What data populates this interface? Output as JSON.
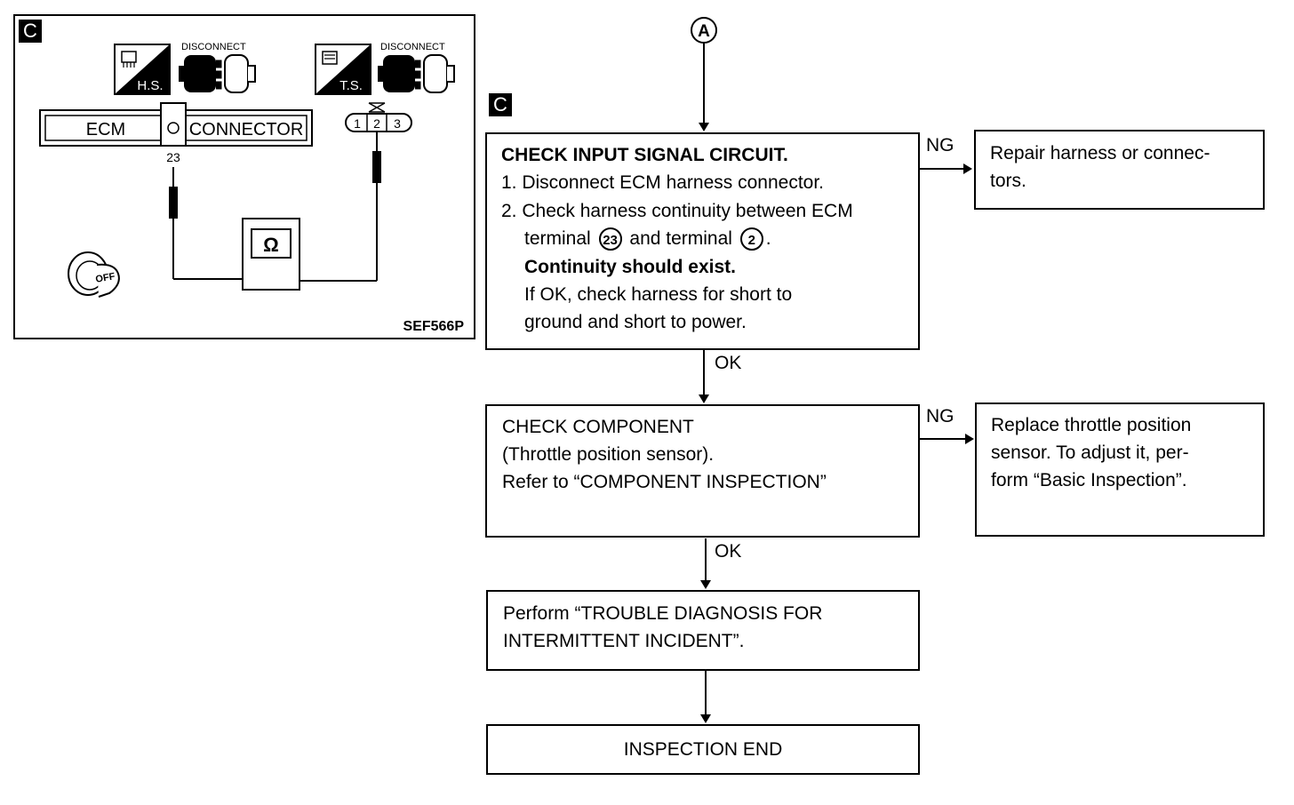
{
  "illustration": {
    "section_mark": "C",
    "hs_label": "H.S.",
    "ts_label": "T.S.",
    "disconnect_left": "DISCONNECT",
    "disconnect_right": "DISCONNECT",
    "ecm_label": "ECM",
    "connector_label": "CONNECTOR",
    "ecm_terminal": "23",
    "tps_pins": [
      "1",
      "2",
      "3"
    ],
    "meter_symbol": "Ω",
    "ignition_label": "OFF",
    "figure_code": "SEF566P"
  },
  "flow": {
    "entry_marker": "A",
    "section_mark": "C",
    "step1": {
      "title": "CHECK INPUT SIGNAL CIRCUIT.",
      "line1": "1. Disconnect ECM harness connector.",
      "line2": "2. Check harness continuity between ECM",
      "line3_a": "terminal",
      "terminal_a": "23",
      "line3_b": "and terminal",
      "terminal_b": "2",
      "line3_c": ".",
      "line4": "Continuity should exist.",
      "line5": "If OK, check harness for short to",
      "line6": "ground and short to power."
    },
    "step1_ng_label": "NG",
    "step1_ng_box": {
      "line1": "Repair harness or connec-",
      "line2": "tors."
    },
    "step1_ok_label": "OK",
    "step2": {
      "line1": "CHECK COMPONENT",
      "line2": "(Throttle position sensor).",
      "line3": "Refer to “COMPONENT INSPECTION”"
    },
    "step2_ng_label": "NG",
    "step2_ng_box": {
      "line1": "Replace throttle position",
      "line2": "sensor. To adjust it, per-",
      "line3": "form “Basic Inspection”."
    },
    "step2_ok_label": "OK",
    "step3": {
      "line1": "Perform “TROUBLE DIAGNOSIS FOR",
      "line2": "INTERMITTENT INCIDENT”."
    },
    "end_box": "INSPECTION END"
  }
}
